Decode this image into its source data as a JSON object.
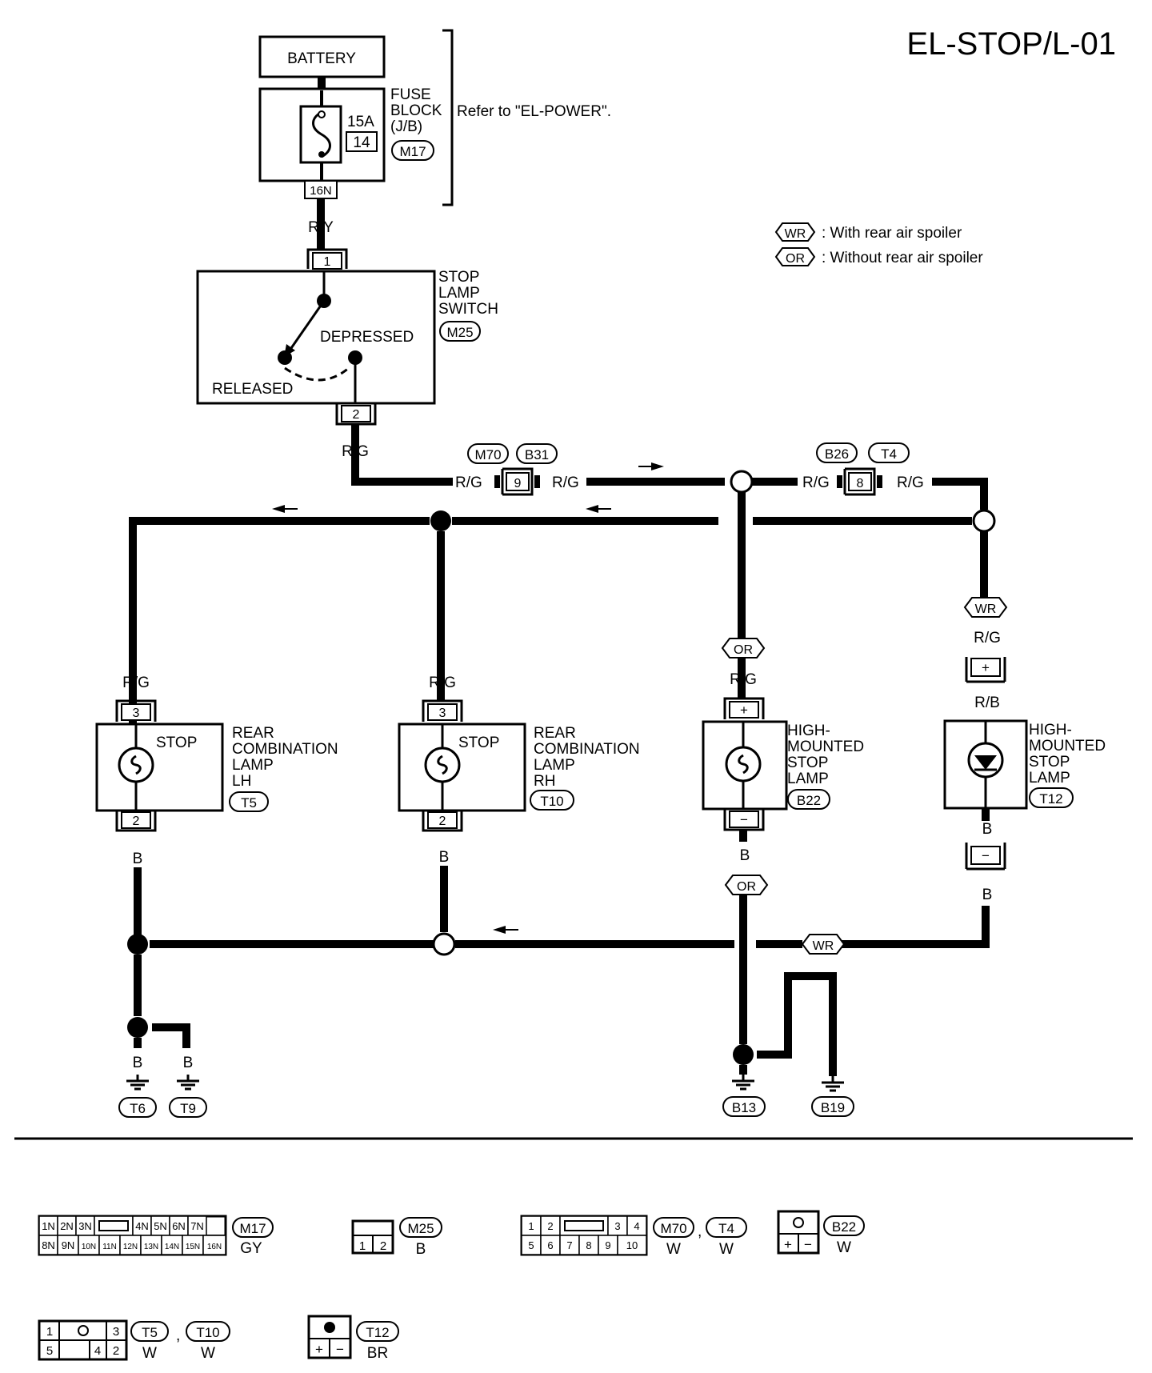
{
  "page_code": "EL-STOP/L-01",
  "battery_label": "BATTERY",
  "fuse": {
    "title_line1": "FUSE",
    "title_line2": "BLOCK",
    "title_line3": "(J/B)",
    "rating": "15A",
    "number": "14",
    "connector": "M17",
    "terminal": "16N",
    "refer_note": "Refer to \"EL-POWER\"."
  },
  "legend": {
    "wr_tag": "WR",
    "wr_text": ": With rear air spoiler",
    "or_tag": "OR",
    "or_text": ": Without rear air spoiler"
  },
  "stop_lamp_switch": {
    "line1": "STOP",
    "line2": "LAMP",
    "line3": "SWITCH",
    "connector": "M25",
    "depressed": "DEPRESSED",
    "released": "RELEASED",
    "pin_in": "1",
    "pin_out": "2"
  },
  "wires": {
    "ry": "R/Y",
    "rg": "R/G",
    "rb": "R/B",
    "b": "B"
  },
  "junctions": {
    "j1_left": "M70",
    "j1_right": "B31",
    "j1_pin": "9",
    "j2_left": "B26",
    "j2_right": "T4",
    "j2_pin": "8"
  },
  "lamp_lh": {
    "stop": "STOP",
    "line1": "REAR",
    "line2": "COMBINATION",
    "line3": "LAMP",
    "line4": "LH",
    "connector": "T5",
    "pin_top": "3",
    "pin_bottom": "2"
  },
  "lamp_rh": {
    "stop": "STOP",
    "line1": "REAR",
    "line2": "COMBINATION",
    "line3": "LAMP",
    "line4": "RH",
    "connector": "T10",
    "pin_top": "3",
    "pin_bottom": "2"
  },
  "hmsl_or": {
    "line1": "HIGH-",
    "line2": "MOUNTED",
    "line3": "STOP",
    "line4": "LAMP",
    "connector": "B22",
    "plus": "+",
    "minus": "−"
  },
  "hmsl_wr": {
    "line1": "HIGH-",
    "line2": "MOUNTED",
    "line3": "STOP",
    "line4": "LAMP",
    "connector": "T12",
    "plus": "+",
    "minus": "−"
  },
  "grounds": {
    "t6": "T6",
    "t9": "T9",
    "b13": "B13",
    "b19": "B19"
  },
  "connector_views": {
    "m17": {
      "row1": [
        "1N",
        "2N",
        "3N",
        "",
        "4N",
        "5N",
        "6N",
        "7N"
      ],
      "row2": [
        "8N",
        "9N",
        "10N",
        "11N",
        "12N",
        "13N",
        "14N",
        "15N",
        "16N"
      ],
      "id": "M17",
      "color": "GY"
    },
    "m25": {
      "row1": [
        "1",
        "2"
      ],
      "id": "M25",
      "color": "B"
    },
    "m70_t4": {
      "row1": [
        "1",
        "2",
        "",
        "3",
        "4"
      ],
      "row2": [
        "5",
        "6",
        "7",
        "8",
        "9",
        "10"
      ],
      "id1": "M70",
      "color1": "W",
      "sep": ",",
      "id2": "T4",
      "color2": "W"
    },
    "b22": {
      "plus": "+",
      "minus": "−",
      "id": "B22",
      "color": "W"
    },
    "t5_t10": {
      "row1": [
        "1",
        "",
        "3"
      ],
      "row2": [
        "5",
        "4",
        "2"
      ],
      "id1": "T5",
      "color1": "W",
      "sep": ",",
      "id2": "T10",
      "color2": "W"
    },
    "t12": {
      "plus": "+",
      "minus": "−",
      "id": "T12",
      "color": "BR"
    }
  }
}
